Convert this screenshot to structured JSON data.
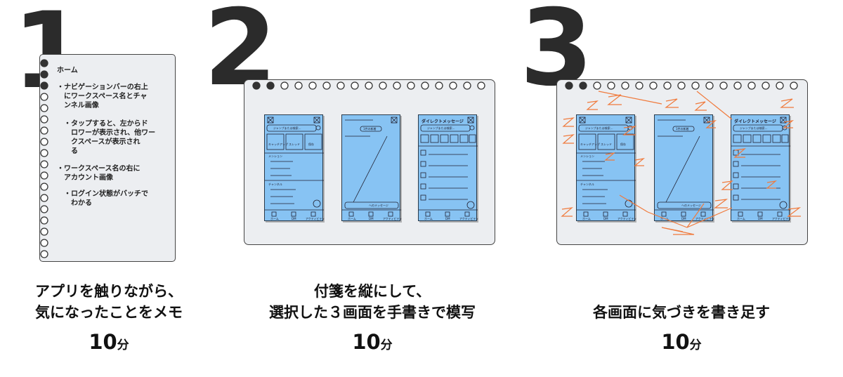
{
  "steps": [
    {
      "number": "1",
      "caption_line1": "アプリを触りながら、",
      "caption_line2": "気になったことをメモ",
      "duration_value": "10",
      "duration_unit": "分",
      "memo": {
        "heading": "ホーム",
        "items": [
          {
            "bullet": "・",
            "text1": "ナビゲーションバーの右上",
            "text2": "にワークスペース名とチャ",
            "text3": "ンネル画像"
          },
          {
            "bullet": "・",
            "text1": "タップすると、左からド",
            "text2": "ロワーが表示され、他ワー",
            "text3": "クスペースが表示され",
            "text4": "る"
          },
          {
            "bullet": "・",
            "text1": "ワークスペース名の右に",
            "text2": "アカウント画像"
          },
          {
            "bullet": "・",
            "text1": "ログイン状態がバッチで",
            "text2": "わかる"
          }
        ]
      }
    },
    {
      "number": "2",
      "caption_line1": "付箋を縦にして、",
      "caption_line2": "選択した３画面を手書きで模写",
      "duration_value": "10",
      "duration_unit": "分"
    },
    {
      "number": "3",
      "caption_line1": "各画面に気づきを書き足す",
      "duration_value": "10",
      "duration_unit": "分"
    }
  ],
  "sketch": {
    "home": {
      "search": "ジャンプまたは検索...",
      "quick1": "キャッチアップ",
      "quick2": "スレッド",
      "quick3": "保存",
      "section_mentions": "メンション",
      "section_channels": "チャンネル",
      "tab_home": "ホーム",
      "tab_dm": "DM",
      "tab_activity": "アクティビティ"
    },
    "channel": {
      "pill": "1件の新着",
      "message_input": "へのメッセージ",
      "tab_home": "ホーム",
      "tab_dm": "DM",
      "tab_activity": "アクティビティ"
    },
    "dm": {
      "title": "ダイレクトメッセージ",
      "search": "ジャンプまたは検索...",
      "tab_home": "ホーム",
      "tab_dm": "DM",
      "tab_activity": "アクティビティ"
    }
  },
  "colors": {
    "number": "#2b2b2b",
    "note_bg": "#eceef1",
    "phone_bg": "#87c3f3",
    "annotation": "#f07a3c"
  }
}
